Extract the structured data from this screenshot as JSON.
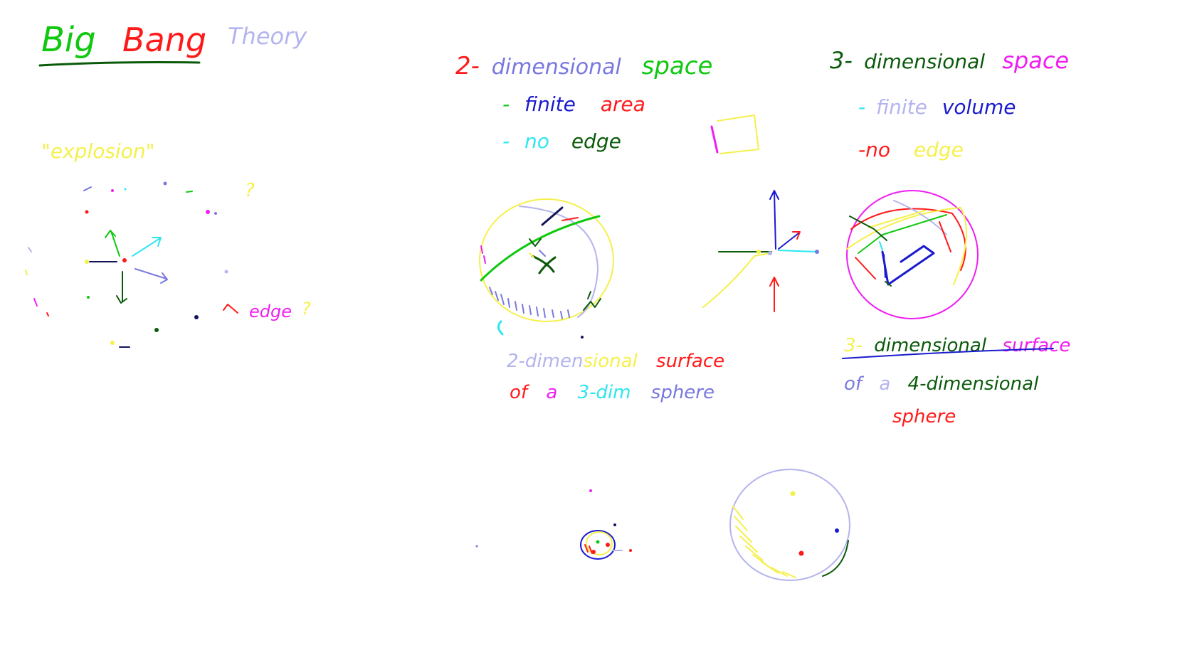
{
  "colors": {
    "red": "#ff1a1a",
    "green": "#10c810",
    "blue": "#1a1acf",
    "magenta": "#f01ef0",
    "cyan": "#2ee6f0",
    "yellow": "#f5f04a",
    "lavender": "#b4b4ee",
    "darkgreen": "#0a5a0a",
    "navy": "#14145a",
    "periwinkle": "#7878e0"
  },
  "title": {
    "word1": "Big",
    "word2": "Bang",
    "word3": "Theory"
  },
  "explosion": {
    "label": "\"explosion\"",
    "question": "?",
    "edge_label": "edge",
    "edge_question": "?"
  },
  "two_dim": {
    "heading_num": "2-",
    "heading_mid": "dimensional",
    "heading_end": "space",
    "item1_dash": "-",
    "item1_a": "finite",
    "item1_b": "area",
    "item2_dash": "-",
    "item2_a": "no",
    "item2_b": "edge",
    "caption1_a": "2-dimen",
    "caption1_b": "sional",
    "caption1_c": "surface",
    "caption2_a": "of",
    "caption2_b": "a",
    "caption2_c": "3-dim",
    "caption2_d": "sphere"
  },
  "three_dim": {
    "heading_num": "3-",
    "heading_mid": "dimensional",
    "heading_end": "space",
    "item1_dash": "-",
    "item1_a": "finite",
    "item1_b": "volume",
    "item2_dash": "-no",
    "item2_b": "edge",
    "caption1_a": "3-",
    "caption1_b": "dimensional",
    "caption1_c": "surface",
    "caption2_a": "of",
    "caption2_b": "a",
    "caption2_c": "4-dimensional",
    "caption3": "sphere"
  }
}
